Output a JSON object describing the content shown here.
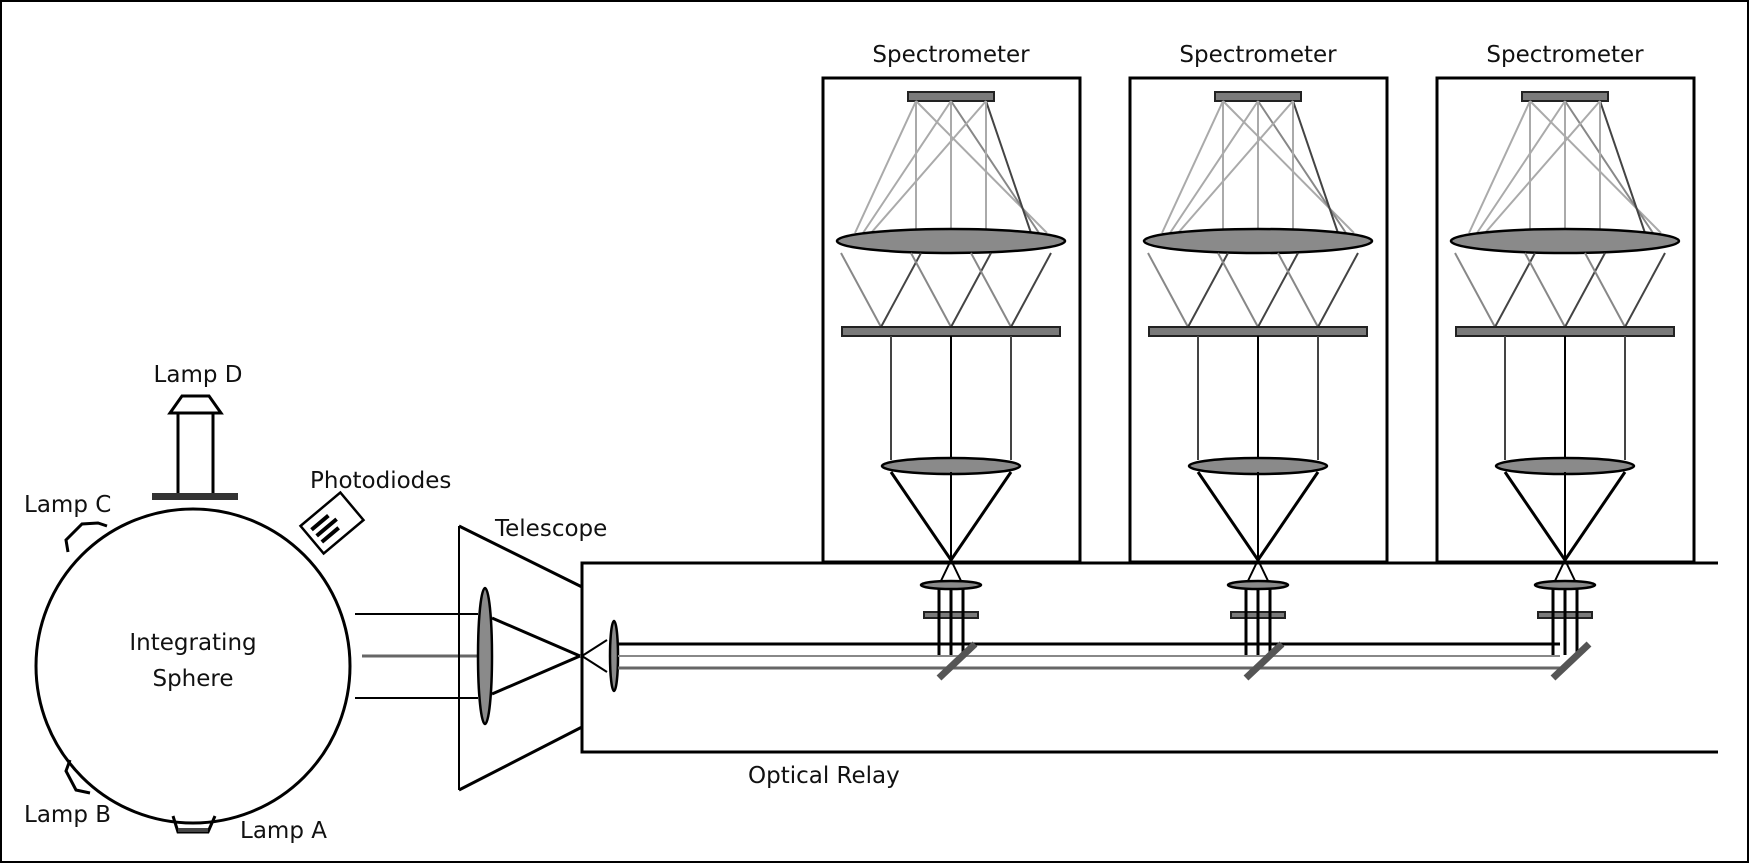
{
  "diagram": {
    "title": "",
    "labels": {
      "lamp_a": "Lamp A",
      "lamp_b": "Lamp B",
      "lamp_c": "Lamp C",
      "lamp_d": "Lamp D",
      "photodiodes": "Photodiodes",
      "integrating_sphere_line1": "Integrating",
      "integrating_sphere_line2": "Sphere",
      "telescope": "Telescope",
      "optical_relay": "Optical Relay"
    },
    "spectrometers": [
      {
        "label": "Spectrometer"
      },
      {
        "label": "Spectrometer"
      },
      {
        "label": "Spectrometer"
      }
    ],
    "colors": {
      "stroke": "#000000",
      "optic_fill": "#8a8a8a",
      "background": "#ffffff"
    }
  }
}
